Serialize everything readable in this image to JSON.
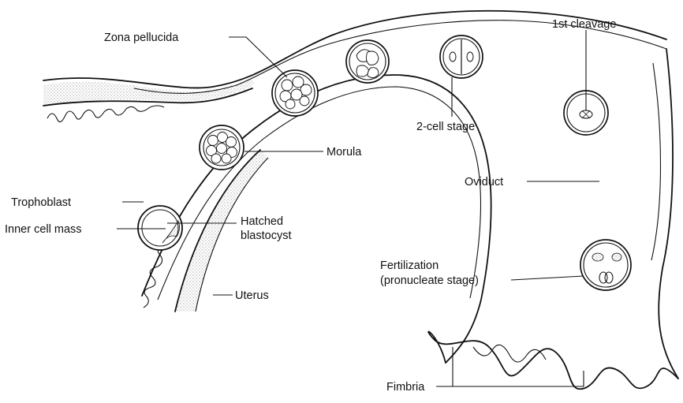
{
  "labels": {
    "zona_pellucida": "Zona pellucida",
    "first_cleavage": "1st cleavage",
    "two_cell_stage": "2-cell stage",
    "morula": "Morula",
    "oviduct": "Oviduct",
    "trophoblast": "Trophoblast",
    "inner_cell_mass": "Inner cell mass",
    "hatched": "Hatched",
    "blastocyst": "blastocyst",
    "fertilization": "Fertilization",
    "pronucleate": "(pronucleate stage)",
    "uterus": "Uterus",
    "fimbria": "Fimbria"
  },
  "colors": {
    "ink": "#111111",
    "background": "#ffffff"
  }
}
